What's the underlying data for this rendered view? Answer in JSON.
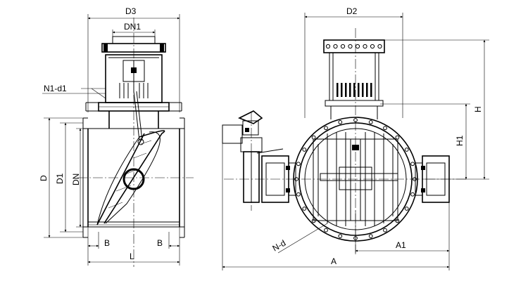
{
  "labels": {
    "d3": "D3",
    "dn1": "DN1",
    "n1_d1": "N1-d1",
    "d": "D",
    "d1": "D1",
    "dn": "DN",
    "b_left": "B",
    "b_right": "B",
    "l": "L",
    "d2": "D2",
    "h": "H",
    "h1": "H1",
    "n_d": "N-d",
    "a1": "A1",
    "a": "A"
  }
}
